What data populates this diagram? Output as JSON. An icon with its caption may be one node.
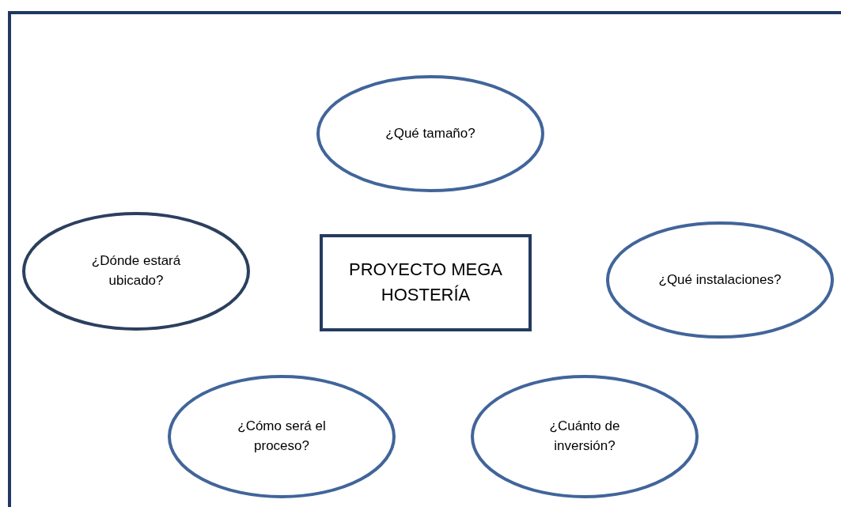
{
  "diagram": {
    "nodes": [
      {
        "text": [
          "¿Qué tamaño?"
        ]
      },
      {
        "text": [
          "¿Dónde estará ubicado?"
        ]
      },
      {
        "text": [
          "PROYECTO MEGA HOSTERÍA"
        ]
      },
      {
        "text": [
          "¿Qué instalaciones?"
        ]
      },
      {
        "text": [
          "¿Cómo será el proceso?"
        ]
      },
      {
        "text": [
          "¿Cuánto de inversión?"
        ]
      }
    ]
  }
}
